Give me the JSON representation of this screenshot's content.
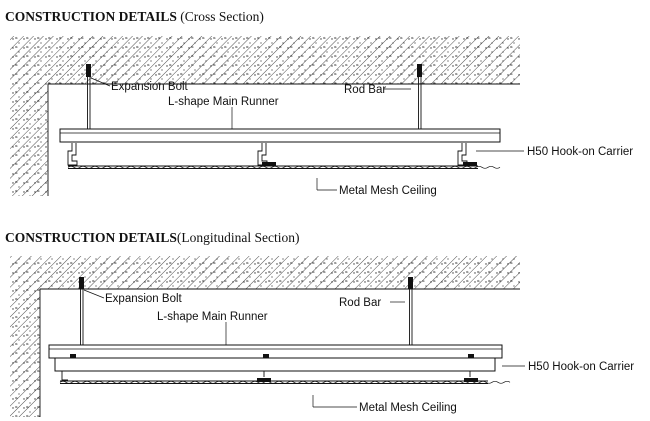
{
  "sections": [
    {
      "heading_bold": "CONSTRUCTION DETAILS",
      "heading_normal": " (Cross Section)",
      "labels": {
        "expansion_bolt": "Expansion Bolt",
        "rod_bar": "Rod Bar",
        "main_runner": "L-shape Main Runner",
        "carrier": "H50 Hook-on Carrier",
        "mesh": "Metal Mesh Ceiling"
      }
    },
    {
      "heading_bold": "CONSTRUCTION DETAILS",
      "heading_normal": "(Longitudinal Section)",
      "labels": {
        "expansion_bolt": "Expansion Bolt",
        "rod_bar": "Rod Bar",
        "main_runner": "L-shape Main Runner",
        "carrier": "H50 Hook-on Carrier",
        "mesh": "Metal Mesh Ceiling"
      }
    }
  ]
}
